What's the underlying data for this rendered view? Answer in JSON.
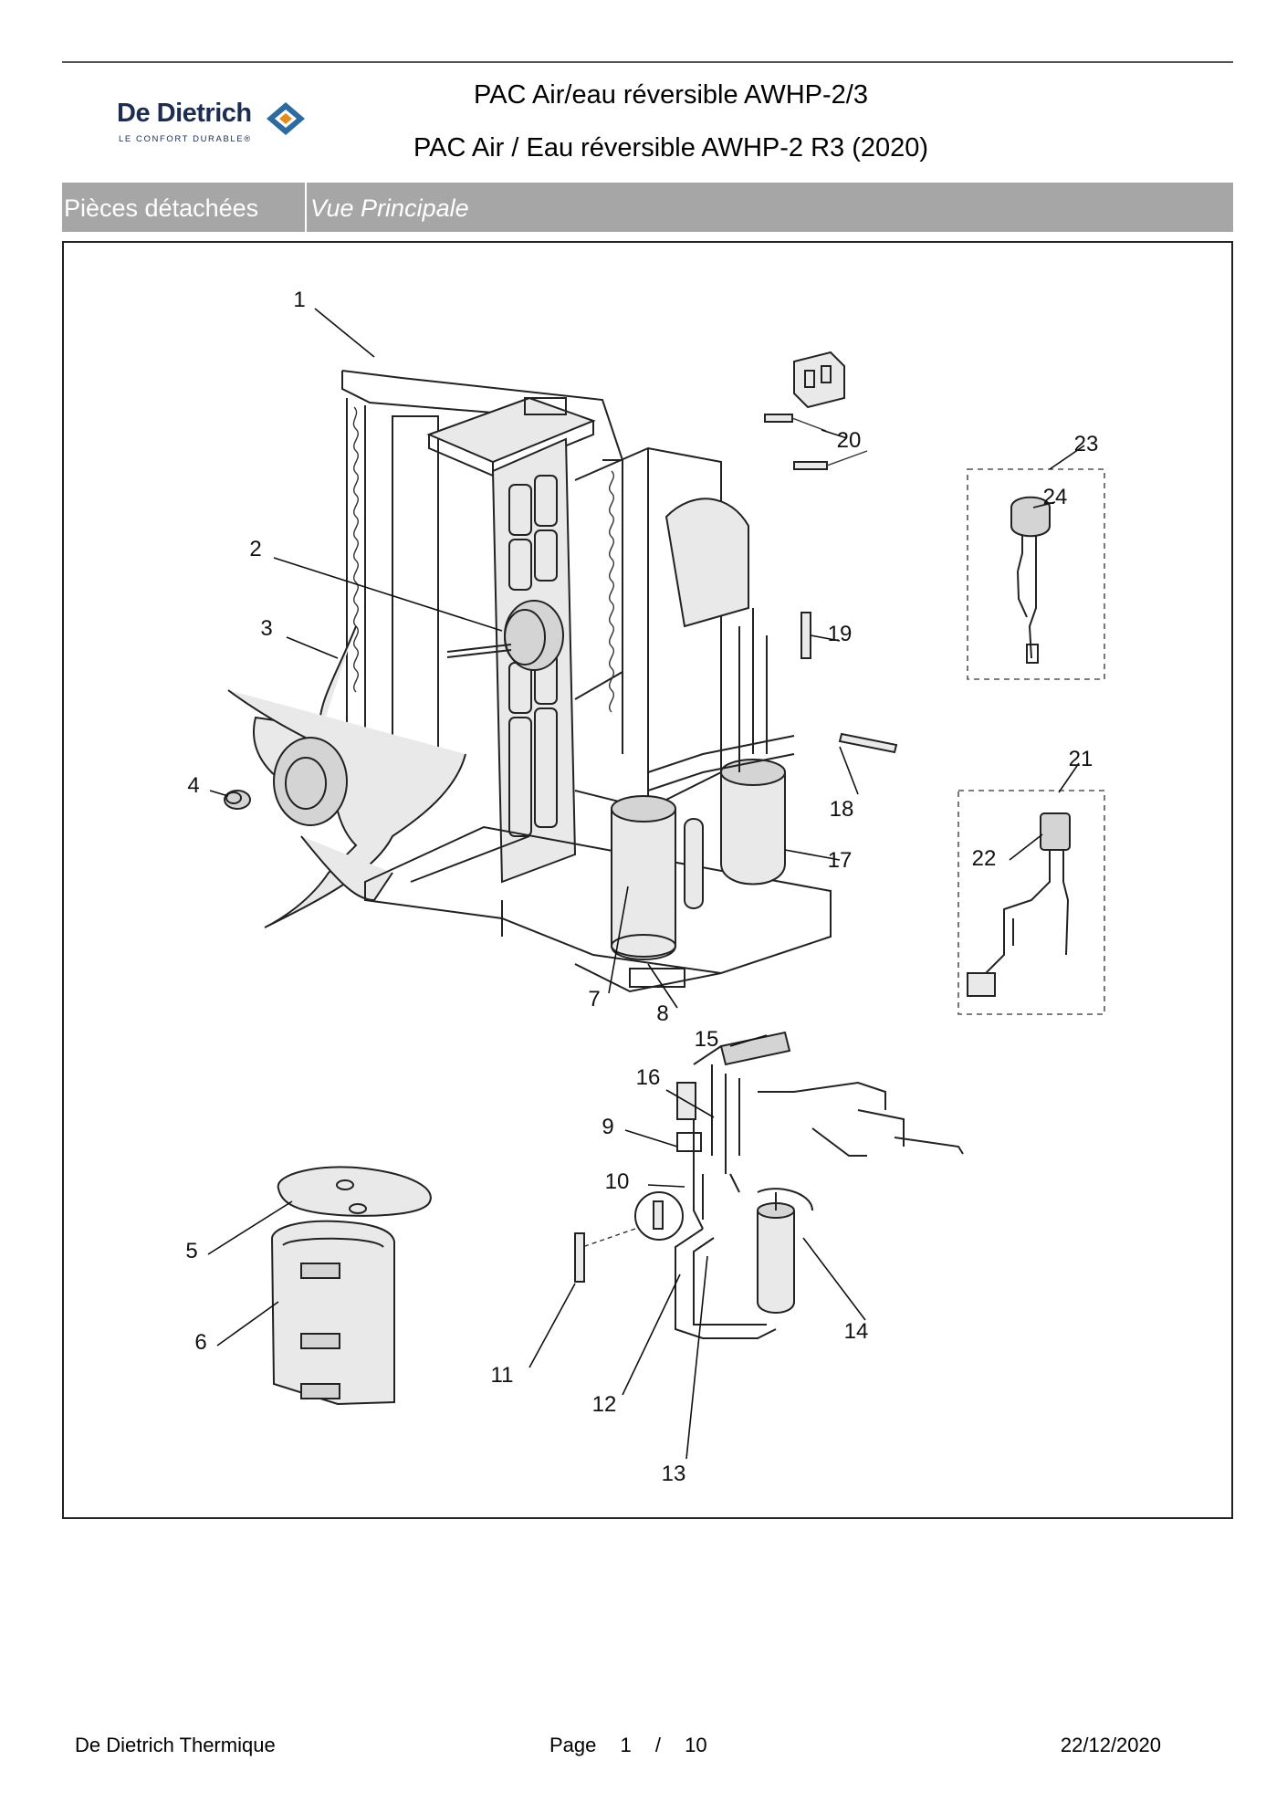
{
  "brand": {
    "name": "De Dietrich",
    "tagline": "LE CONFORT DURABLE®",
    "mark_colors": [
      "#2c6aa0",
      "#e38b1d",
      "#1d2c4f"
    ]
  },
  "header": {
    "title_line1": "PAC Air/eau réversible AWHP-2/3",
    "title_line2": "PAC Air / Eau réversible AWHP-2 R3 (2020)"
  },
  "section_band": {
    "category": "Pièces détachées",
    "view": "Vue Principale"
  },
  "diagram": {
    "callouts": [
      "1",
      "2",
      "3",
      "4",
      "5",
      "6",
      "7",
      "8",
      "9",
      "10",
      "11",
      "12",
      "13",
      "14",
      "15",
      "16",
      "17",
      "18",
      "19",
      "20",
      "21",
      "22",
      "23",
      "24"
    ]
  },
  "footer": {
    "company": "De Dietrich Thermique",
    "page_label": "Page",
    "page_current": "1",
    "page_separator": "/",
    "page_total": "10",
    "date": "22/12/2020"
  }
}
